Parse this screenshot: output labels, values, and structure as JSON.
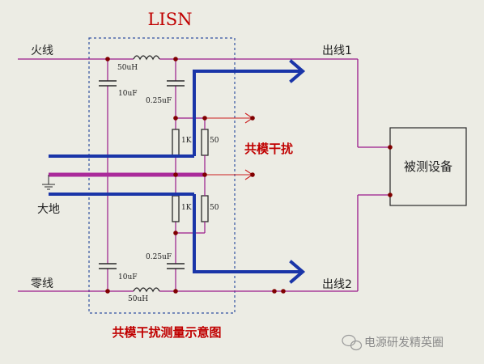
{
  "title": "LISN",
  "labels": {
    "live": "火线",
    "outlet1": "出线1",
    "ground": "大地",
    "neutral": "零线",
    "outlet2": "出线2",
    "dut": "被测设备",
    "cm_interference": "共模干扰",
    "caption": "共模干扰测量示意图",
    "watermark": "电源研发精英圈"
  },
  "components": {
    "inductor_top": "50uH",
    "inductor_bottom": "50uH",
    "cap_left_top": "10uF",
    "cap_left_bottom": "10uF",
    "cap_right_top": "0.25uF",
    "cap_right_bottom": "0.25uF",
    "res_1k_top": "1K",
    "res_50_top": "50",
    "res_1k_bottom": "1K",
    "res_50_bottom": "50"
  },
  "colors": {
    "background": "#ecece4",
    "wire": "#9a1a8a",
    "ground_bar": "#aa2a9a",
    "blue": "#1a35a8",
    "red_arrow": "#cc2020",
    "component": "#2a2a2a",
    "dot": "#800000"
  }
}
